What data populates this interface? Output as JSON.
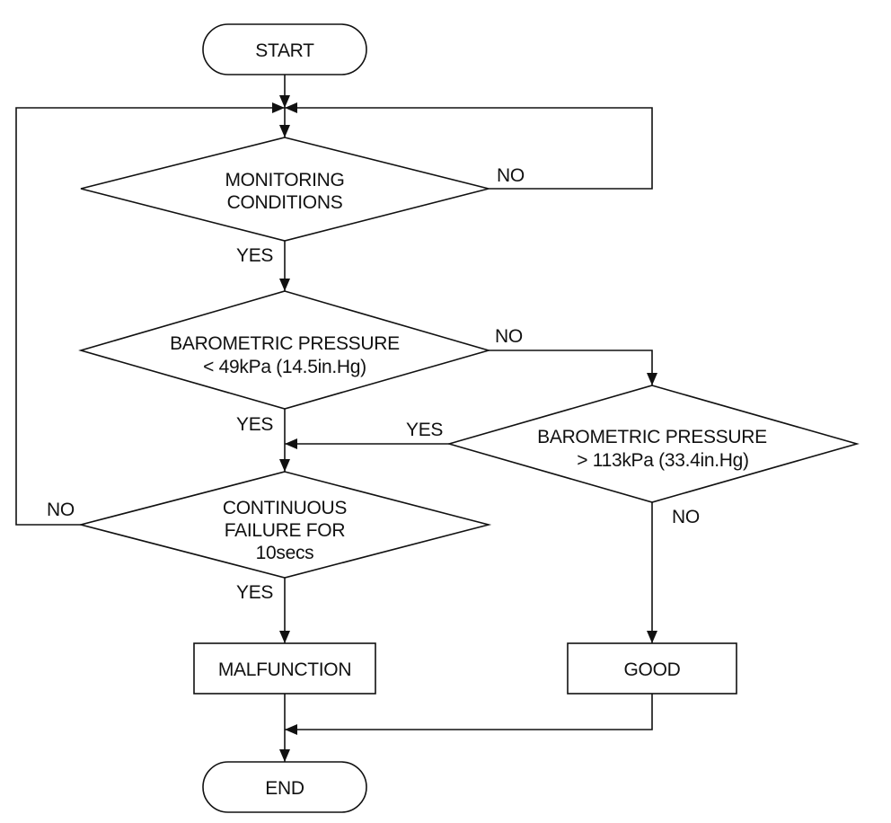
{
  "flowchart": {
    "start_label": "START",
    "end_label": "END",
    "decisions": {
      "monitoring": {
        "line1": "MONITORING",
        "line2": "CONDITIONS"
      },
      "baro_low": {
        "line1": "BAROMETRIC PRESSURE",
        "line2": "< 49kPa (14.5in.Hg)"
      },
      "baro_high": {
        "line1": "BAROMETRIC PRESSURE",
        "line2": "> 113kPa (33.4in.Hg)"
      },
      "continuous": {
        "line1": "CONTINUOUS",
        "line2": "FAILURE FOR",
        "line3": "10secs"
      }
    },
    "outcomes": {
      "malfunction": "MALFUNCTION",
      "good": "GOOD"
    },
    "branch_labels": {
      "monitoring_no": "NO",
      "monitoring_yes": "YES",
      "baro_low_no": "NO",
      "baro_low_yes": "YES",
      "baro_high_yes": "YES",
      "baro_high_no": "NO",
      "continuous_no": "NO",
      "continuous_yes": "YES"
    }
  }
}
